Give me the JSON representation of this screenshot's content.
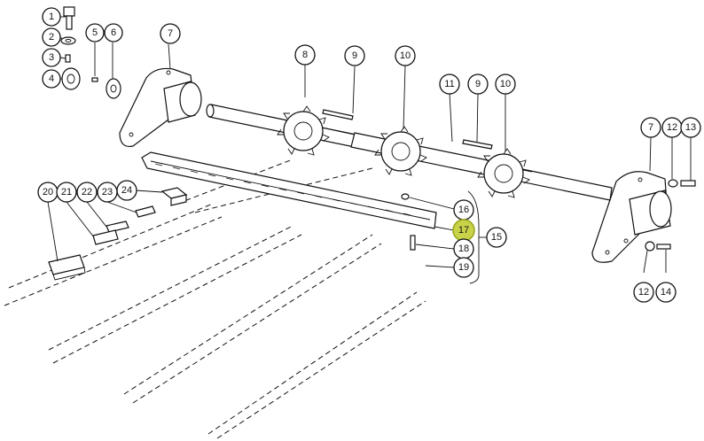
{
  "callouts": [
    {
      "id": "c1",
      "label": "1",
      "highlight": false
    },
    {
      "id": "c2",
      "label": "2",
      "highlight": false
    },
    {
      "id": "c3",
      "label": "3",
      "highlight": false
    },
    {
      "id": "c4",
      "label": "4",
      "highlight": false
    },
    {
      "id": "c5",
      "label": "5",
      "highlight": false
    },
    {
      "id": "c6",
      "label": "6",
      "highlight": false
    },
    {
      "id": "c7a",
      "label": "7",
      "highlight": false
    },
    {
      "id": "c8",
      "label": "8",
      "highlight": false
    },
    {
      "id": "c9a",
      "label": "9",
      "highlight": false
    },
    {
      "id": "c10a",
      "label": "10",
      "highlight": false
    },
    {
      "id": "c11",
      "label": "11",
      "highlight": false
    },
    {
      "id": "c9b",
      "label": "9",
      "highlight": false
    },
    {
      "id": "c10b",
      "label": "10",
      "highlight": false
    },
    {
      "id": "c7b",
      "label": "7",
      "highlight": false
    },
    {
      "id": "c12a",
      "label": "12",
      "highlight": false
    },
    {
      "id": "c13",
      "label": "13",
      "highlight": false
    },
    {
      "id": "c16",
      "label": "16",
      "highlight": false
    },
    {
      "id": "c17",
      "label": "17",
      "highlight": true
    },
    {
      "id": "c18",
      "label": "18",
      "highlight": false
    },
    {
      "id": "c19",
      "label": "19",
      "highlight": false
    },
    {
      "id": "c15",
      "label": "15",
      "highlight": false
    },
    {
      "id": "c20",
      "label": "20",
      "highlight": false
    },
    {
      "id": "c21",
      "label": "21",
      "highlight": false
    },
    {
      "id": "c22",
      "label": "22",
      "highlight": false
    },
    {
      "id": "c23",
      "label": "23",
      "highlight": false
    },
    {
      "id": "c24",
      "label": "24",
      "highlight": false
    },
    {
      "id": "c12b",
      "label": "12",
      "highlight": false
    },
    {
      "id": "c14",
      "label": "14",
      "highlight": false
    }
  ],
  "colors": {
    "highlight": "#c9d34a",
    "ink": "#111111",
    "paper": "#ffffff"
  }
}
